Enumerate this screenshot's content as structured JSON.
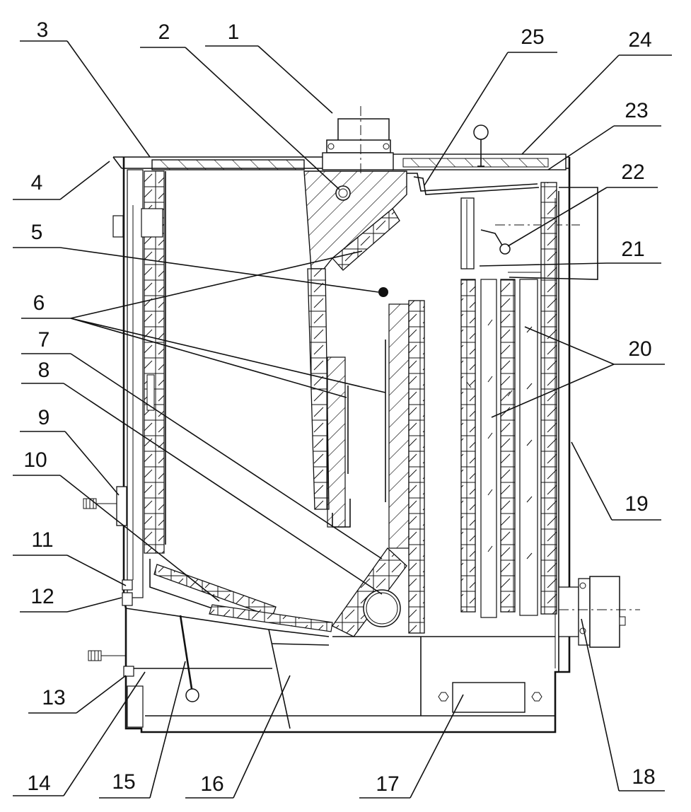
{
  "diagram": {
    "callouts": [
      {
        "id": "c1",
        "label": "1"
      },
      {
        "id": "c2",
        "label": "2"
      },
      {
        "id": "c3",
        "label": "3"
      },
      {
        "id": "c4",
        "label": "4"
      },
      {
        "id": "c5",
        "label": "5"
      },
      {
        "id": "c6",
        "label": "6"
      },
      {
        "id": "c7",
        "label": "7"
      },
      {
        "id": "c8",
        "label": "8"
      },
      {
        "id": "c9",
        "label": "9"
      },
      {
        "id": "c10",
        "label": "10"
      },
      {
        "id": "c11",
        "label": "11"
      },
      {
        "id": "c12",
        "label": "12"
      },
      {
        "id": "c13",
        "label": "13"
      },
      {
        "id": "c14",
        "label": "14"
      },
      {
        "id": "c15",
        "label": "15"
      },
      {
        "id": "c16",
        "label": "16"
      },
      {
        "id": "c17",
        "label": "17"
      },
      {
        "id": "c18",
        "label": "18"
      },
      {
        "id": "c19",
        "label": "19"
      },
      {
        "id": "c20",
        "label": "20"
      },
      {
        "id": "c21",
        "label": "21"
      },
      {
        "id": "c22",
        "label": "22"
      },
      {
        "id": "c23",
        "label": "23"
      },
      {
        "id": "c24",
        "label": "24"
      },
      {
        "id": "c25",
        "label": "25"
      }
    ]
  }
}
